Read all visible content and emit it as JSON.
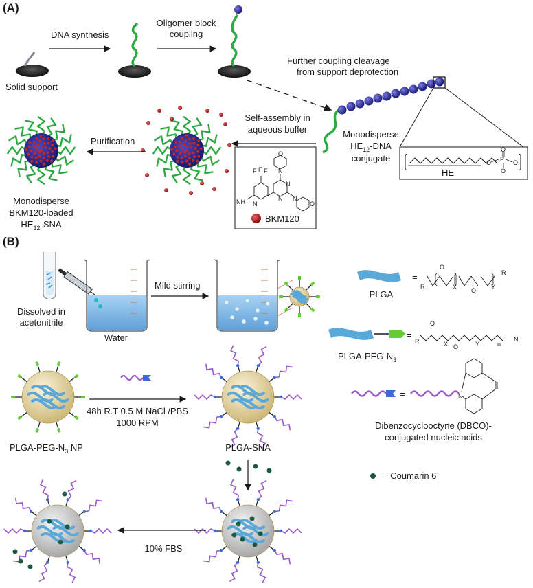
{
  "panel_a": {
    "label": "(A)",
    "solid_support": "Solid support",
    "dna_synthesis": "DNA synthesis",
    "oligomer_line1": "Oligomer block",
    "oligomer_line2": "coupling",
    "further_line1": "Further coupling cleavage",
    "further_line2": "from support deprotection",
    "conjugate_line1": "Monodisperse",
    "conjugate_line2_pre": "HE",
    "conjugate_line2_sub": "12",
    "conjugate_line2_post": "-DNA",
    "conjugate_line3": "conjugate",
    "selfassembly_line1": "Self-assembly in",
    "selfassembly_line2": "aqueous buffer",
    "purification": "Purification",
    "loaded_line1": "Monodisperse",
    "loaded_line2": "BKM120-loaded",
    "loaded_line3_pre": "HE",
    "loaded_line3_sub": "12",
    "loaded_line3_post": "-SNA",
    "drug_name": "BKM120",
    "he_label": "HE",
    "chem_cf3": "F",
    "chem_n": "N",
    "chem_o": "O",
    "chem_nh2": "NH",
    "chem_p": "P",
    "chem_om": "O",
    "colors": {
      "dna_strand": "#2eaa44",
      "he_bead": "#27278f",
      "drug": "#b01818",
      "support": "#222222"
    }
  },
  "panel_b": {
    "label": "(B)",
    "dissolved_line1": "Dissolved in",
    "dissolved_line2": "acetonitrile",
    "water": "Water",
    "mild_stirring": "Mild stirring",
    "plga_label": "PLGA",
    "plga_peg_pre": "PLGA-PEG-N",
    "plga_peg_sub": "3",
    "dbco_line1": "Dibenzocyclooctyne (DBCO)-",
    "dbco_line2": "conjugated nucleic acids",
    "reaction_line1": "48h R.T 0.5 M NaCl /PBS",
    "reaction_line2": "1000 RPM",
    "np_pre": "PLGA-PEG-N",
    "np_sub": "3",
    "np_post": " NP",
    "plga_sna": "PLGA-SNA",
    "coumarin_eq": "=  Coumarin 6",
    "fbs": "10% FBS",
    "equals": "=",
    "chem_r1": "R",
    "chem_r2": "R",
    "chem_x": "X",
    "chem_y": "Y",
    "chem_n_sub": "n",
    "chem_n3": "N",
    "chem_dbco_n": "N",
    "colors": {
      "plga_ribbon": "#5aa8d8",
      "peg_tip": "#66cc33",
      "nucleic_acid": "#9a5ac8",
      "coumarin": "#1f5a45",
      "water": "#8ec3ea",
      "np_shell": "#e8d9a8"
    }
  }
}
